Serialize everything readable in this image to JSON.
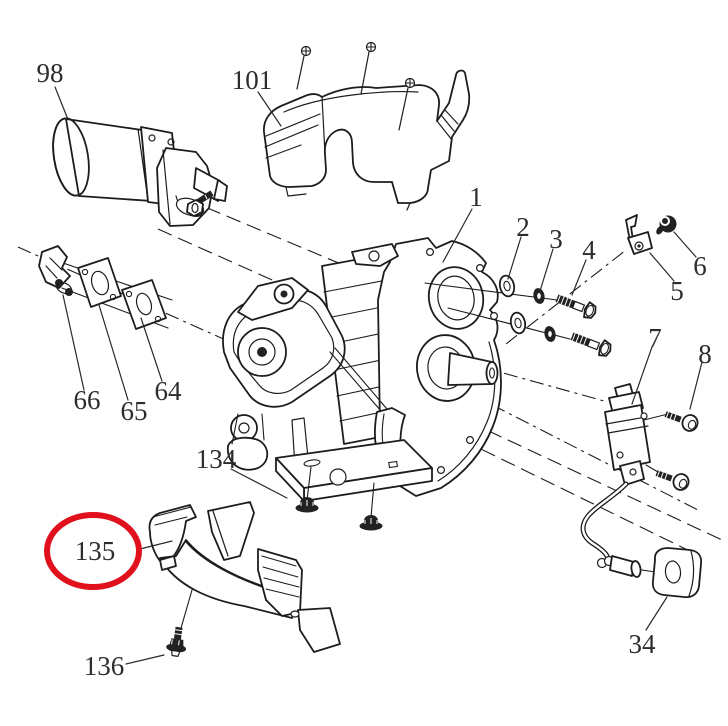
{
  "diagram": {
    "kind": "exploded-parts-diagram",
    "colors": {
      "line": "#1d1d1d",
      "background": "#ffffff",
      "highlight": "#e0111c"
    },
    "highlighted_callout": "135",
    "callouts": [
      {
        "label": "98"
      },
      {
        "label": "101"
      },
      {
        "label": "1"
      },
      {
        "label": "2"
      },
      {
        "label": "3"
      },
      {
        "label": "4"
      },
      {
        "label": "5"
      },
      {
        "label": "6"
      },
      {
        "label": "7"
      },
      {
        "label": "8"
      },
      {
        "label": "66"
      },
      {
        "label": "65"
      },
      {
        "label": "64"
      },
      {
        "label": "134"
      },
      {
        "label": "135"
      },
      {
        "label": "136"
      },
      {
        "label": "34"
      }
    ]
  }
}
